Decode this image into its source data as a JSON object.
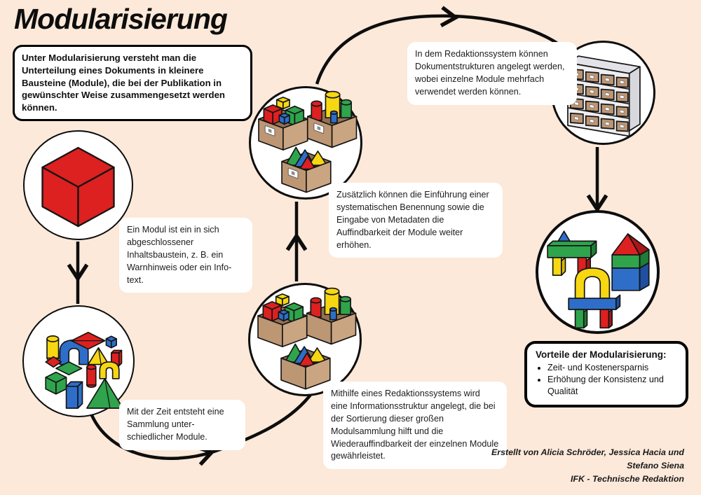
{
  "palette": {
    "background": "#fce9d9",
    "red": "#dd2020",
    "red_dark": "#a81717",
    "green": "#2fa44c",
    "green_dark": "#1e7d36",
    "blue": "#2e6ec9",
    "blue_dark": "#1f4f9e",
    "yellow": "#f6d712",
    "yellow_dark": "#d8b90e",
    "brown": "#bd9674",
    "brown_dark": "#937052",
    "brown_light": "#caa582",
    "ink": "#0d0d0d"
  },
  "header": {
    "title": "Modularisierung",
    "intro": "Unter Modularisierung versteht man die Unterteilung eines Dokuments in kleinere Bausteine (Module), die bei der Publikation in gewünschter Weise zusammengesetzt werden können."
  },
  "steps": [
    {
      "id": "module",
      "illustration": "red-cube",
      "caption": "Ein Modul ist ein in sich abgeschlossener Inhaltsbaustein, z. B. ein Warnhinweis oder ein Info-text."
    },
    {
      "id": "collection",
      "illustration": "block-collection",
      "caption": "Mit der Zeit entsteht eine Sammlung unter-schiedlicher Module."
    },
    {
      "id": "sorting",
      "illustration": "sorted-boxes",
      "caption": "Mithilfe eines Redaktionssystems wird eine Informationsstruktur angelegt, die bei der Sortierung dieser großen Modulsammlung hilft und die Wiederauffindbarkeit der einzelnen Module gewährleistet."
    },
    {
      "id": "labeling",
      "illustration": "labeled-boxes",
      "caption": "Zusätzlich können die Einführung einer systematischen Benennung sowie die Eingabe von Metadaten die Auffindbarkeit der Module weiter erhöhen."
    },
    {
      "id": "system",
      "illustration": "shelf-with-boxes",
      "caption": "In dem Redaktionssystem können Dokumentstrukturen angelegt werden, wobei einzelne Module mehrfach verwendet werden können."
    },
    {
      "id": "reuse",
      "illustration": "built-structures",
      "caption": ""
    }
  ],
  "benefits": {
    "title": "Vorteile der Modularisierung:",
    "items": [
      "Zeit- und Kostenersparnis",
      "Erhöhung der Konsistenz und Qualität"
    ]
  },
  "credits": {
    "line1": "Erstellt von Alicia Schröder, Jessica Hacia und",
    "line2": "Stefano Siena",
    "line3": "IFK - Technische Redaktion"
  }
}
